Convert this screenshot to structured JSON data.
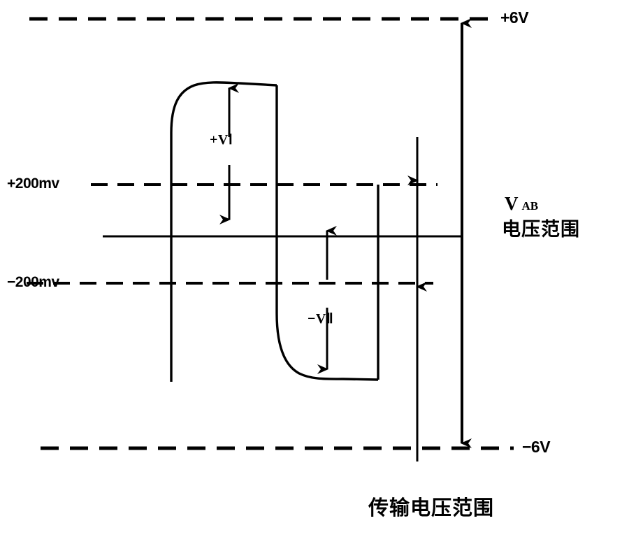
{
  "figure": {
    "kind": "waveform-voltage-range-diagram",
    "background_color": "#ffffff",
    "line_color": "#000000"
  },
  "levels": {
    "plus_6v_label": "+6V",
    "minus_6v_label": "−6V",
    "plus_200mv_label": "+200mv",
    "minus_200mv_label": "−200mv"
  },
  "annotations": {
    "positive_swing_label": "+VⅠ",
    "negative_swing_label": "−VⅡ",
    "vab_symbol": "V",
    "vab_subscript": "AB",
    "vab_caption": "电压范围",
    "bottom_caption": "传输电压范围"
  },
  "chart_data": {
    "type": "line",
    "title": "",
    "xlabel": "",
    "ylabel": "",
    "ylim": [
      -6,
      6
    ],
    "y_reference_lines": [
      {
        "name": "+6V rail",
        "value": 6,
        "style": "dashed",
        "label": "+6V"
      },
      {
        "name": "+200mv threshold",
        "value": 0.2,
        "style": "dashed",
        "label": "+200mv"
      },
      {
        "name": "zero / ground",
        "value": 0,
        "style": "solid",
        "label": ""
      },
      {
        "name": "-200mv threshold",
        "value": -0.2,
        "style": "dashed",
        "label": "−200mv"
      },
      {
        "name": "-6V rail",
        "value": -6,
        "style": "dashed",
        "label": "−6V"
      }
    ],
    "grid": false,
    "legend": "none",
    "series": [
      {
        "name": "differential signal V_AB",
        "description": "square wave with exponential rise and fall, high plateau near +4V, low plateau near -3.4V",
        "points": [
          {
            "x": 0.0,
            "y": -2.6
          },
          {
            "x": 0.02,
            "y": 1.2
          },
          {
            "x": 0.06,
            "y": 3.2
          },
          {
            "x": 0.12,
            "y": 3.9
          },
          {
            "x": 0.25,
            "y": 4.1
          },
          {
            "x": 0.45,
            "y": 4.15
          },
          {
            "x": 0.46,
            "y": 3.9
          },
          {
            "x": 0.48,
            "y": 0.2
          },
          {
            "x": 0.5,
            "y": -1.0
          },
          {
            "x": 0.54,
            "y": -2.6
          },
          {
            "x": 0.6,
            "y": -3.3
          },
          {
            "x": 0.7,
            "y": -3.45
          },
          {
            "x": 0.88,
            "y": -3.5
          },
          {
            "x": 0.89,
            "y": 0.2
          }
        ]
      }
    ],
    "annotations": [
      {
        "name": "positive swing",
        "text": "+VⅠ",
        "from_y": 4.1,
        "to_y": 0.2,
        "arrow": "double"
      },
      {
        "name": "negative swing",
        "text": "−VⅡ",
        "from_y": -0.2,
        "to_y": -3.5,
        "arrow": "double"
      },
      {
        "name": "threshold band marker",
        "text": "",
        "from_y": 0.2,
        "to_y": -0.2,
        "arrow": "double"
      },
      {
        "name": "V_AB voltage range",
        "text": "V AB 电压范围",
        "from_y": 6,
        "to_y": -6,
        "arrow": "double"
      },
      {
        "name": "transmission voltage range",
        "text": "传输电压范围",
        "from_y": 6,
        "to_y": -6,
        "arrow": "none"
      }
    ]
  }
}
